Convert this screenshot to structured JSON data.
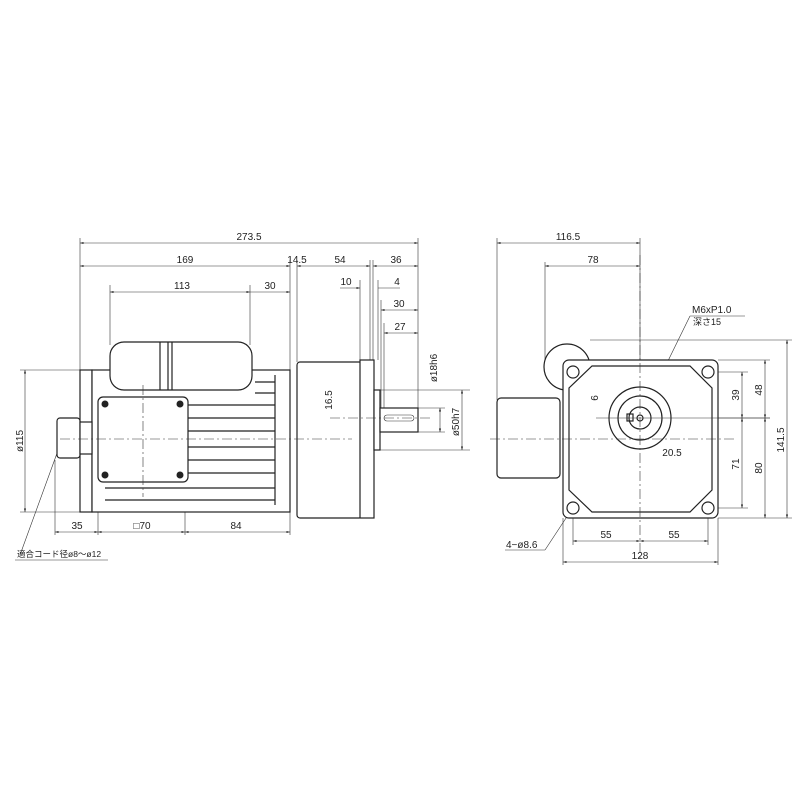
{
  "side_view": {
    "dims": {
      "overall_length": "273.5",
      "motor_length": "169",
      "flange_gap": "14.5",
      "gearbox_length": "54",
      "shaft_projection": "36",
      "capacitor_length": "113",
      "capacitor_offset": "30",
      "flange_thickness": "10",
      "spigot": "4",
      "shaft_30": "30",
      "key_length": "27",
      "shaft_offset": "16.5",
      "shaft_diameter": "ø18h6",
      "spigot_diameter": "ø50h7",
      "motor_diameter": "ø115",
      "gland_offset": "35",
      "terminal_box": "□70",
      "terminal_to_flange": "84"
    },
    "cable_note": "適合コード径ø8～ø12"
  },
  "front_view": {
    "dims": {
      "overall_width": "116.5",
      "center_offset": "78",
      "tap_note_line1": "M6xP1.0",
      "tap_note_line2": "深さ15",
      "key_width": "6",
      "key_height": "20.5",
      "upper_hole": "39",
      "upper_flange": "48",
      "lower_hole": "71",
      "lower_flange": "80",
      "overall_height": "141.5",
      "hole_pitch_left": "55",
      "hole_pitch_right": "55",
      "flange_width": "128",
      "mounting_holes": "4−ø8.6"
    }
  }
}
